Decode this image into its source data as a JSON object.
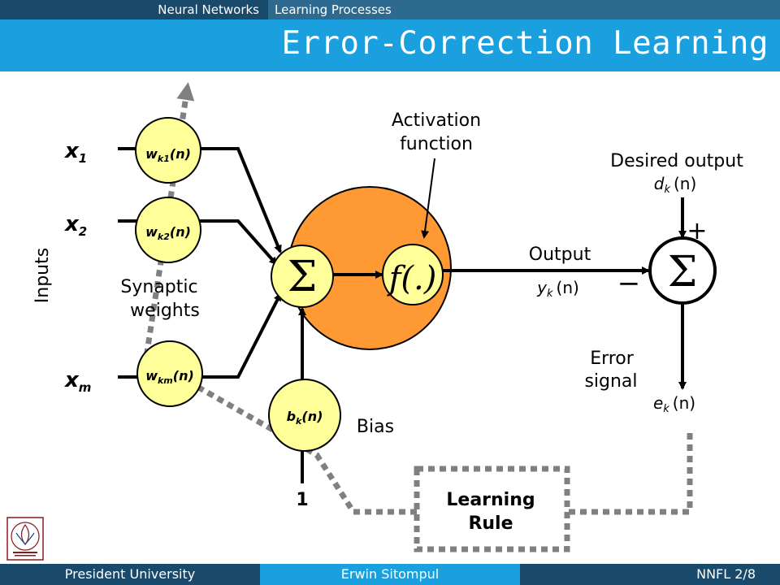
{
  "header": {
    "section": "Neural Networks",
    "subsection": "Learning Processes",
    "title": "Error-Correction Learning"
  },
  "diagram": {
    "inputs_label": "Inputs",
    "inputs": [
      {
        "sym": "x",
        "sub": "1"
      },
      {
        "sym": "x",
        "sub": "2"
      },
      {
        "sym": "x",
        "sub": "m"
      }
    ],
    "weights": [
      {
        "w": "w",
        "sub": "k1",
        "arg": "(n)"
      },
      {
        "w": "w",
        "sub": "k2",
        "arg": "(n)"
      },
      {
        "w": "w",
        "sub": "km",
        "arg": "(n)"
      }
    ],
    "synaptic_label_1": "Synaptic",
    "synaptic_label_2": "weights",
    "sum_symbol": "Σ",
    "activation_symbol": "f(.)",
    "activation_label_1": "Activation",
    "activation_label_2": "function",
    "bias": {
      "b": "b",
      "sub": "k",
      "arg": "(n)"
    },
    "bias_label": "Bias",
    "bias_input": "1",
    "output_label": "Output",
    "output_var": {
      "v": "y",
      "sub": "k",
      "arg": "(n)"
    },
    "desired_label": "Desired output",
    "desired_var": {
      "v": "d",
      "sub": "k",
      "arg": "(n)"
    },
    "plus": "+",
    "minus": "−",
    "error_label_1": "Error",
    "error_label_2": "signal",
    "error_var": {
      "v": "e",
      "sub": "k",
      "arg": "(n)"
    },
    "learning_rule_1": "Learning",
    "learning_rule_2": "Rule"
  },
  "footer": {
    "left": "President University",
    "center": "Erwin Sitompul",
    "right": "NNFL 2/8"
  },
  "colors": {
    "dark_blue": "#1a4a6b",
    "light_blue": "#1aa0de",
    "neuron_orange": "#ff9933",
    "node_yellow": "#ffff99",
    "dotted_gray": "#808080"
  }
}
